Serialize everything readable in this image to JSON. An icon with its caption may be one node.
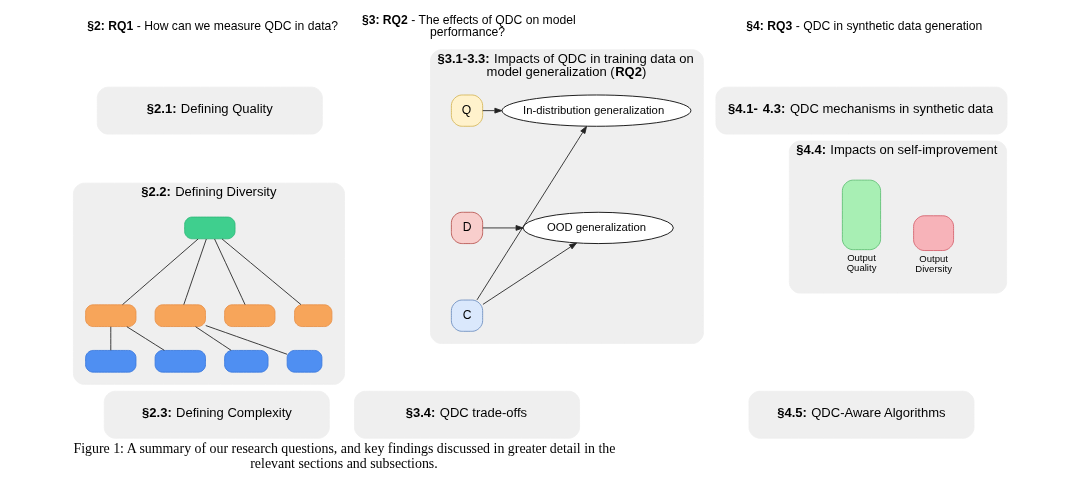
{
  "diagram": {
    "caption": "Figure 1: A summary of our research questions, and key findings discussed in greater detail in the relevant sections and subsections.",
    "nodes": [
      {
        "text": [
          "**§2.1:** Defining Quality"
        ]
      },
      {
        "text": [
          "**§2.2:** Defining Diversity"
        ]
      },
      {
        "text": [],
        "shape": "box",
        "in": 1
      },
      {
        "text": [],
        "shape": "box",
        "in": 1
      },
      {
        "text": [],
        "shape": "box",
        "in": 1
      },
      {
        "text": [],
        "shape": "box",
        "in": 1
      },
      {
        "text": [],
        "shape": "box",
        "in": 1
      },
      {
        "text": [],
        "shape": "box",
        "in": 1
      },
      {
        "text": [],
        "shape": "box",
        "in": 1
      },
      {
        "text": [],
        "shape": "box",
        "in": 1
      },
      {
        "text": [],
        "shape": "box",
        "in": 1
      },
      {
        "text": [
          "**§2.3:** Defining Complexity"
        ]
      },
      {
        "text": [
          "**§3.1-3.3:** Impacts of QDC in training data on model generalization (**RQ2**)"
        ]
      },
      {
        "text": [
          "Q"
        ],
        "in": 12
      },
      {
        "text": [
          "D"
        ],
        "in": 12
      },
      {
        "text": [
          "C"
        ],
        "in": 12
      },
      {
        "text": [
          "In-distribution generalization"
        ],
        "in": 12
      },
      {
        "text": [
          "OOD generalization"
        ],
        "in": 12
      },
      {
        "text": [
          "**§3.4:** QDC trade-offs"
        ]
      },
      {
        "text": [
          "**§4.1- 4.3:** QDC mechanisms in synthetic data"
        ]
      },
      {
        "text": [
          "**§4.4:** Impacts on self-improvement"
        ]
      },
      {
        "text": [
          "Output Quality"
        ],
        "in": 20
      },
      {
        "text": [
          "Output Diversity"
        ],
        "in": 20
      },
      {
        "text": [
          "**§4.5:** QDC-Aware Algorithms"
        ]
      }
    ],
    "edges": [
      {
        "from": 2,
        "to": 3,
        "arrow": "none"
      },
      {
        "from": 2,
        "to": 4,
        "arrow": "none"
      },
      {
        "from": 2,
        "to": 5,
        "arrow": "none"
      },
      {
        "from": 2,
        "to": 6,
        "arrow": "none"
      },
      {
        "from": 3,
        "to": 7,
        "arrow": "none"
      },
      {
        "from": 3,
        "to": 8,
        "arrow": "none"
      },
      {
        "from": 4,
        "to": 9,
        "arrow": "none"
      },
      {
        "from": 4,
        "to": 10,
        "arrow": "none"
      },
      {
        "from": 13,
        "to": 16,
        "arrow": "to"
      },
      {
        "from": 14,
        "to": 17,
        "arrow": "to"
      },
      {
        "from": 15,
        "to": 16,
        "arrow": "to"
      },
      {
        "from": 15,
        "to": 17,
        "arrow": "to"
      }
    ],
    "labels": [
      "**§2: RQ1** - How can we measure QDC in data?",
      "**§3: RQ2** - The effects of QDC on model performance?",
      "**§4: RQ3** - QDC in synthetic data generation"
    ]
  }
}
